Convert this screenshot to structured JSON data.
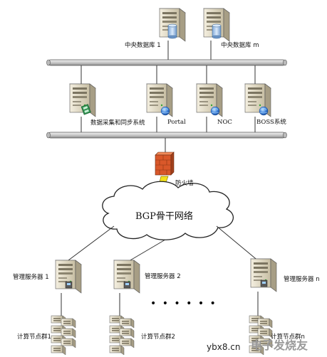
{
  "diagram": {
    "central_db": [
      "中央数据库 1",
      "中央数据库 m"
    ],
    "systems": {
      "collect": "数据采集和同步系统",
      "portal": "Portal",
      "noc": "NOC",
      "boss": "BOSS系统"
    },
    "firewall": "防火墙",
    "backbone": "BGP骨干网络",
    "mgmt_servers": [
      "管理服务器 1",
      "管理服务器 2",
      "管理服务器 n"
    ],
    "compute_nodes": [
      "计算节点群1",
      "计算节点群2",
      "计算节点群n"
    ],
    "ellipsis": "• • • • • •"
  },
  "watermark": {
    "url": "ybx8.cn",
    "site": "电子发烧友"
  },
  "colors": {
    "bus": "#d7d7d7",
    "server_body": "#dcd5bd",
    "firewall": "#d9582a",
    "lightning": "#f3e21a",
    "globe": "#3b7fd9"
  }
}
